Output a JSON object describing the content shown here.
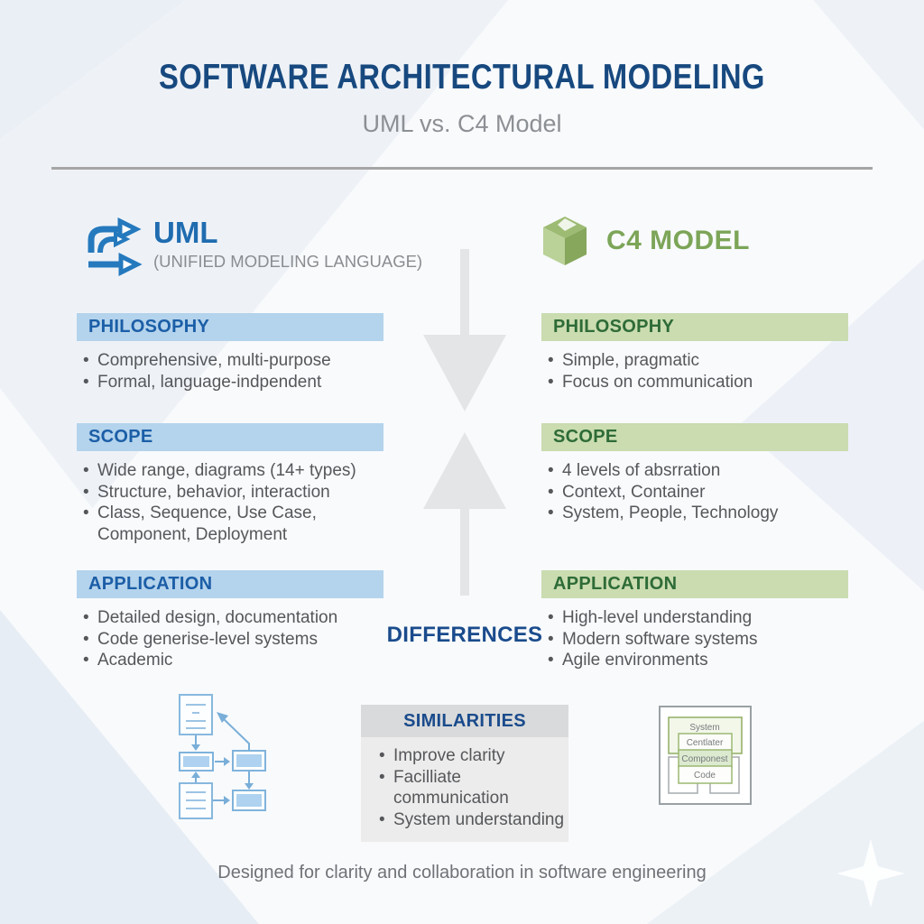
{
  "page": {
    "title": "SOFTWARE ARCHITECTURAL MODELING",
    "subtitle": "UML vs. C4 Model",
    "footer": "Designed for clarity and collaboration in software engineering"
  },
  "uml": {
    "title": "UML",
    "subtitle": "(UNIFIED MODELING LANGUAGE)",
    "icon": "double-right-arrows-icon",
    "philosophy": {
      "heading": "PHILOSOPHY",
      "bullets": [
        "Comprehensive, multi-purpose",
        "Formal, language-indpendent"
      ]
    },
    "scope": {
      "heading": "SCOPE",
      "bullets": [
        "Wide range, diagrams (14+ types)",
        "Structure, behavior, interaction",
        "Class, Sequence, Use Case, Component, Deployment"
      ]
    },
    "application": {
      "heading": "APPLICATION",
      "bullets": [
        "Detailed design, documentation",
        "Code generise-level systems",
        "Academic"
      ]
    }
  },
  "c4": {
    "title": "C4 MODEL",
    "icon": "cube-icon",
    "philosophy": {
      "heading": "PHILOSOPHY",
      "bullets": [
        "Simple, pragmatic",
        "Focus on communication"
      ]
    },
    "scope": {
      "heading": "SCOPE",
      "bullets": [
        "4 levels of absrration",
        "Context, Container",
        "System, People, Technology"
      ]
    },
    "application": {
      "heading": "APPLICATION",
      "bullets": [
        "High-level understanding",
        "Modern software systems",
        "Agile environments"
      ]
    }
  },
  "center": {
    "differences_label": "DIFFERENCES"
  },
  "similarities": {
    "heading": "SIMILARITIES",
    "bullets": [
      "Improve clarity",
      "Facilliate communication",
      "System understanding"
    ]
  },
  "c4_mini_diagram": {
    "labels": [
      "System",
      "Centlater",
      "Componest",
      "Code"
    ]
  },
  "colors": {
    "title_navy": "#17497f",
    "uml_blue": "#1f6cb0",
    "uml_bar_bg": "#b4d3ec",
    "uml_bar_text": "#1b5ea7",
    "c4_green": "#7ca558",
    "c4_bar_bg": "#cadcb0",
    "c4_bar_text": "#2e6b37",
    "body_text": "#55575a",
    "emphasis_blue": "#1a4b8c",
    "arrow_gray": "#e4e5e6"
  }
}
